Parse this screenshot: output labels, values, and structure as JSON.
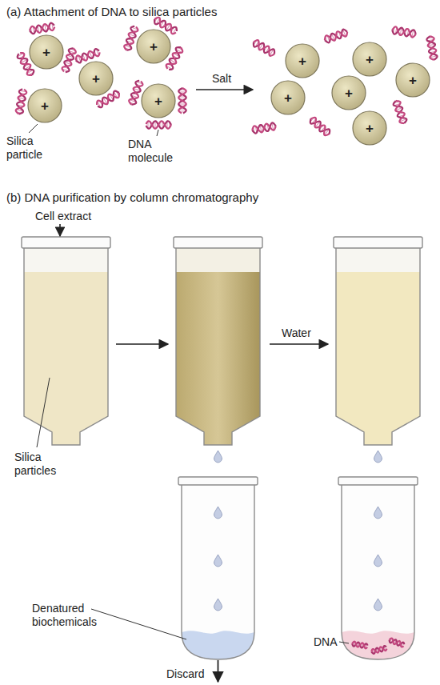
{
  "diagram": {
    "nodes": [
      {
        "text": [
          "+"
        ]
      },
      {
        "text": [
          "+"
        ]
      },
      {
        "text": [
          "+"
        ]
      },
      {
        "text": [
          "+"
        ]
      },
      {
        "text": [
          "+"
        ]
      },
      {
        "text": [
          "+"
        ]
      },
      {
        "text": [
          "+"
        ]
      },
      {
        "text": [
          "+"
        ]
      },
      {
        "text": [
          "+"
        ]
      },
      {
        "text": [
          "+"
        ]
      },
      {
        "text": [
          "+"
        ]
      }
    ],
    "labels": [
      "(a) Attachment of DNA to silica particles",
      "Silica particle",
      "DNA molecule",
      "Salt",
      "(b) DNA purification by column chromatography",
      "Cell extract",
      "Silica particles",
      "Water",
      "Denatured biochemicals",
      "Discard",
      "DNA"
    ]
  }
}
